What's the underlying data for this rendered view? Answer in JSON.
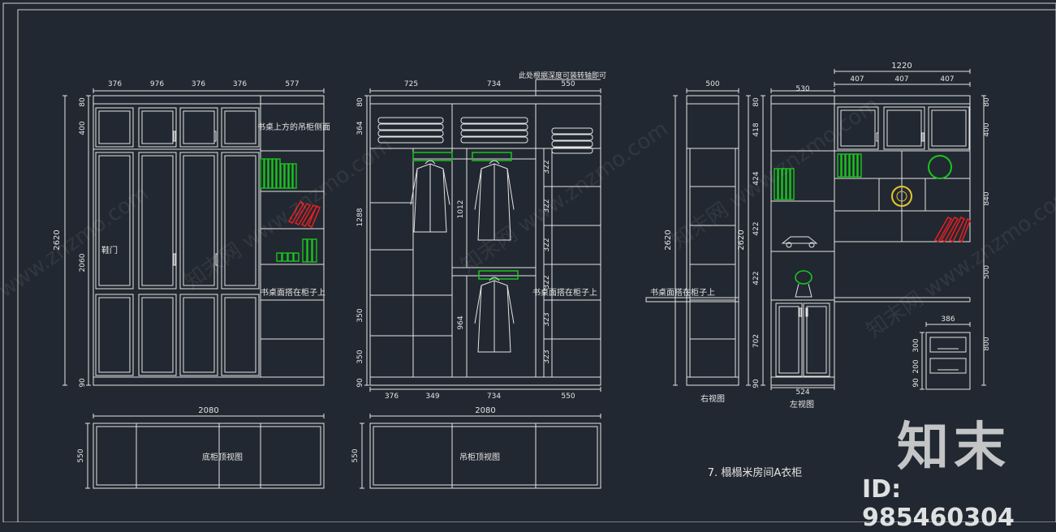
{
  "colors": {
    "background": "#222831",
    "line": "#e4e4e4",
    "green": "#19c41f",
    "red": "#e02020",
    "yellow": "#e6c530",
    "watermark": "#ffffff"
  },
  "front_view": {
    "top_dims": [
      "376",
      "976",
      "376",
      "376",
      "577"
    ],
    "height_total": "2620",
    "left_dims": [
      "80",
      "400",
      "2060",
      "90"
    ],
    "door_label": "鞋门",
    "shelf_note": "书桌上方的吊柜侧面",
    "desk_note": "书桌面搭在柜子上",
    "width_total": "2080",
    "depth": "550",
    "plan_label": "底柜顶视图"
  },
  "interior_view": {
    "top_dims": [
      "725",
      "734",
      "550"
    ],
    "depth_note": "此处根据深度可装转轴即可",
    "left_dims": [
      "80",
      "364",
      "1288",
      "350",
      "350",
      "90"
    ],
    "hang_dims": [
      "1012",
      "964"
    ],
    "right_dims": [
      "322",
      "322",
      "322",
      "322",
      "323",
      "323"
    ],
    "desk_note": "书桌面搭在柜子上",
    "bottom_dims": [
      "376",
      "349",
      "734",
      "550"
    ],
    "width_total": "2080",
    "depth": "550",
    "plan_label": "吊柜顶视图"
  },
  "right_view": {
    "top_dim": "500",
    "height": "2620",
    "desk_note": "书桌面搭在柜子上",
    "label": "右视图"
  },
  "left_view": {
    "top_dim": "530",
    "height": "2620",
    "left_dims": [
      "80",
      "418",
      "424",
      "422",
      "422",
      "702",
      "90"
    ],
    "bottom_dim": "524",
    "label": "左视图"
  },
  "side_cabinet": {
    "top_total": "1220",
    "top_dims": [
      "407",
      "407",
      "407"
    ],
    "right_dims": [
      "80",
      "400",
      "840",
      "500",
      "800"
    ],
    "drawer_width": "386",
    "drawer_dims": [
      "300",
      "200",
      "90"
    ]
  },
  "title": "7. 榻榻米房间A衣柜",
  "watermark": {
    "brand": "知末",
    "id_text": "ID: 985460304",
    "diag_text": "知末网 www.znzmo.com"
  }
}
